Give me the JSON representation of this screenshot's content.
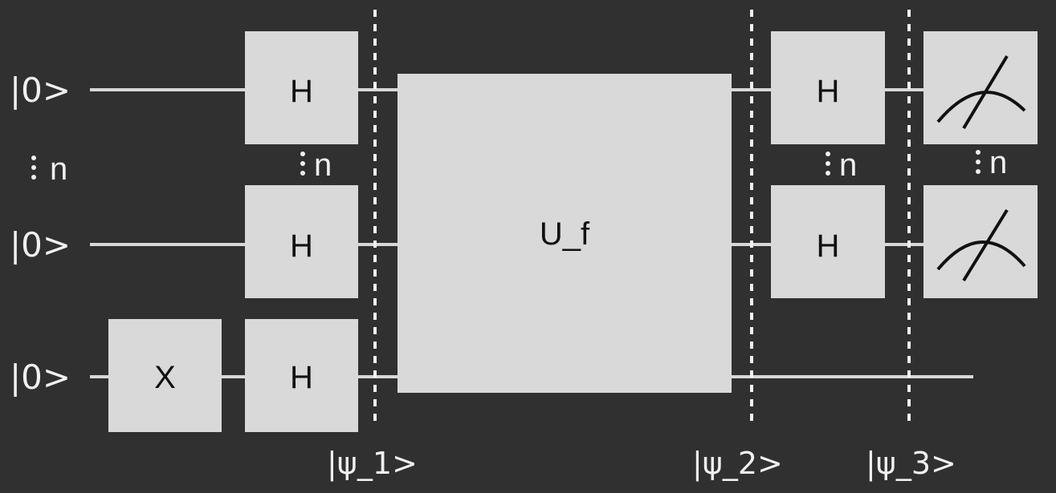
{
  "qubits": [
    {
      "label": "|0>"
    },
    {
      "label": "|0>"
    },
    {
      "label": "|0>"
    }
  ],
  "repeat_marker": "n",
  "gates": {
    "x": "X",
    "h": "H",
    "oracle": "U_f"
  },
  "states": [
    "|ψ_1>",
    "|ψ_2>",
    "|ψ_3>"
  ],
  "colors": {
    "background": "#303030",
    "gate_fill": "#d9d9d9",
    "wire": "#d8d8d8",
    "text": "#f0f0f0"
  },
  "icons": {
    "measure": "measurement-meter-icon",
    "ellipsis": "vertical-ellipsis-icon"
  }
}
